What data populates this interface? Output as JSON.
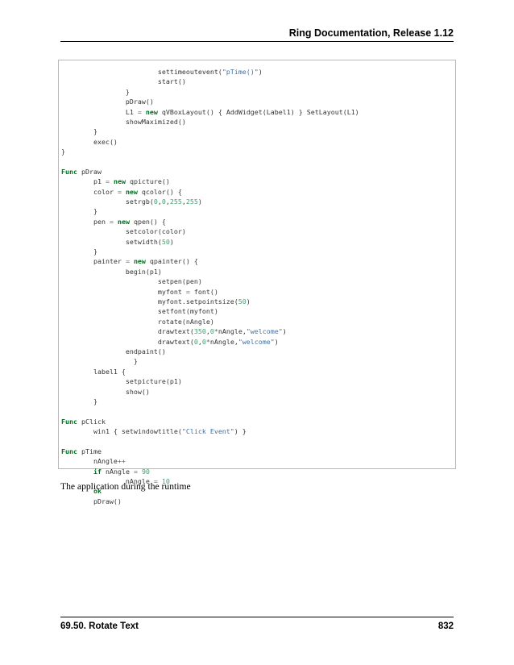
{
  "header": {
    "title": "Ring Documentation, Release 1.12"
  },
  "code_lines": [
    [
      {
        "t": "                        settimeoutevent("
      },
      {
        "t": "\"pTime()\"",
        "c": "str"
      },
      {
        "t": ")"
      }
    ],
    [
      {
        "t": "                        start()"
      }
    ],
    [
      {
        "t": "                }"
      }
    ],
    [
      {
        "t": "                pDraw()"
      }
    ],
    [
      {
        "t": "                L1 "
      },
      {
        "t": "=",
        "c": "op"
      },
      {
        "t": " "
      },
      {
        "t": "new",
        "c": "kw"
      },
      {
        "t": " qVBoxLayout() { AddWidget(Label1) } SetLayout(L1)"
      }
    ],
    [
      {
        "t": "                showMaximized()"
      }
    ],
    [
      {
        "t": "        }"
      }
    ],
    [
      {
        "t": "        exec()"
      }
    ],
    [
      {
        "t": "}"
      }
    ],
    [
      {
        "t": ""
      }
    ],
    [
      {
        "t": "Func",
        "c": "kw"
      },
      {
        "t": " pDraw"
      }
    ],
    [
      {
        "t": "        p1 "
      },
      {
        "t": "=",
        "c": "op"
      },
      {
        "t": " "
      },
      {
        "t": "new",
        "c": "kw"
      },
      {
        "t": " qpicture()"
      }
    ],
    [
      {
        "t": "        color "
      },
      {
        "t": "=",
        "c": "op"
      },
      {
        "t": " "
      },
      {
        "t": "new",
        "c": "kw"
      },
      {
        "t": " qcolor() {"
      }
    ],
    [
      {
        "t": "                setrgb("
      },
      {
        "t": "0",
        "c": "num"
      },
      {
        "t": ","
      },
      {
        "t": "0",
        "c": "num"
      },
      {
        "t": ","
      },
      {
        "t": "255",
        "c": "num"
      },
      {
        "t": ","
      },
      {
        "t": "255",
        "c": "num"
      },
      {
        "t": ")"
      }
    ],
    [
      {
        "t": "        }"
      }
    ],
    [
      {
        "t": "        pen "
      },
      {
        "t": "=",
        "c": "op"
      },
      {
        "t": " "
      },
      {
        "t": "new",
        "c": "kw"
      },
      {
        "t": " qpen() {"
      }
    ],
    [
      {
        "t": "                setcolor(color)"
      }
    ],
    [
      {
        "t": "                setwidth("
      },
      {
        "t": "50",
        "c": "num"
      },
      {
        "t": ")"
      }
    ],
    [
      {
        "t": "        }"
      }
    ],
    [
      {
        "t": "        painter "
      },
      {
        "t": "=",
        "c": "op"
      },
      {
        "t": " "
      },
      {
        "t": "new",
        "c": "kw"
      },
      {
        "t": " qpainter() {"
      }
    ],
    [
      {
        "t": "                begin(p1)"
      }
    ],
    [
      {
        "t": "                        setpen(pen)"
      }
    ],
    [
      {
        "t": "                        myfont "
      },
      {
        "t": "=",
        "c": "op"
      },
      {
        "t": " font()"
      }
    ],
    [
      {
        "t": "                        myfont.setpointsize("
      },
      {
        "t": "50",
        "c": "num"
      },
      {
        "t": ")"
      }
    ],
    [
      {
        "t": "                        setfont(myfont)"
      }
    ],
    [
      {
        "t": "                        rotate(nAngle)"
      }
    ],
    [
      {
        "t": "                        drawtext("
      },
      {
        "t": "350",
        "c": "num"
      },
      {
        "t": ","
      },
      {
        "t": "0",
        "c": "num"
      },
      {
        "t": "*",
        "c": "op"
      },
      {
        "t": "nAngle,"
      },
      {
        "t": "\"welcome\"",
        "c": "str"
      },
      {
        "t": ")"
      }
    ],
    [
      {
        "t": "                        drawtext("
      },
      {
        "t": "0",
        "c": "num"
      },
      {
        "t": ","
      },
      {
        "t": "0",
        "c": "num"
      },
      {
        "t": "*",
        "c": "op"
      },
      {
        "t": "nAngle,"
      },
      {
        "t": "\"welcome\"",
        "c": "str"
      },
      {
        "t": ")"
      }
    ],
    [
      {
        "t": "                endpaint()"
      }
    ],
    [
      {
        "t": "                  }"
      }
    ],
    [
      {
        "t": "        label1 {"
      }
    ],
    [
      {
        "t": "                setpicture(p1)"
      }
    ],
    [
      {
        "t": "                show()"
      }
    ],
    [
      {
        "t": "        }"
      }
    ],
    [
      {
        "t": ""
      }
    ],
    [
      {
        "t": "Func",
        "c": "kw"
      },
      {
        "t": " pClick"
      }
    ],
    [
      {
        "t": "        win1 { setwindowtitle("
      },
      {
        "t": "\"Click Event\"",
        "c": "str"
      },
      {
        "t": ") }"
      }
    ],
    [
      {
        "t": ""
      }
    ],
    [
      {
        "t": "Func",
        "c": "kw"
      },
      {
        "t": " pTime"
      }
    ],
    [
      {
        "t": "        nAngle"
      },
      {
        "t": "++",
        "c": "op"
      }
    ],
    [
      {
        "t": "        "
      },
      {
        "t": "if",
        "c": "kw"
      },
      {
        "t": " nAngle "
      },
      {
        "t": "=",
        "c": "op"
      },
      {
        "t": " "
      },
      {
        "t": "90",
        "c": "num"
      }
    ],
    [
      {
        "t": "                nAngle "
      },
      {
        "t": "=",
        "c": "op"
      },
      {
        "t": " "
      },
      {
        "t": "10",
        "c": "num"
      }
    ],
    [
      {
        "t": "        "
      },
      {
        "t": "ok",
        "c": "kw"
      }
    ],
    [
      {
        "t": "        pDraw()"
      }
    ]
  ],
  "caption": "The application during the runtime",
  "footer": {
    "section": "69.50.  Rotate Text",
    "page_number": "832"
  }
}
